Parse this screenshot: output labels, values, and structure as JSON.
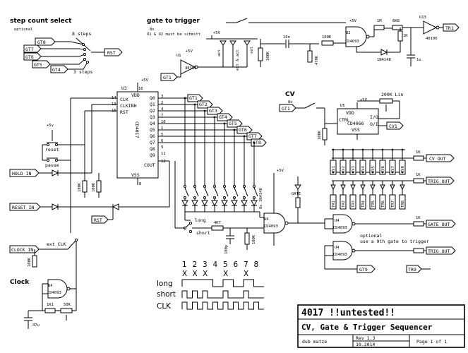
{
  "sections": {
    "step_count": {
      "title": "step count select",
      "subtitle": "optional",
      "label_8": "8 steps",
      "label_3": "3 steps"
    },
    "gate_to_trigger": {
      "title": "gate to trigger",
      "line1": "8x",
      "line2": "U1 & U2 must be schmitt"
    },
    "cv": {
      "title": "CV",
      "subtitle": "8x"
    },
    "clock": {
      "title": "Clock"
    },
    "optional_note": {
      "line1": "optional",
      "line2": "use a 9th gate to trigger"
    }
  },
  "connectors": {
    "gt1": "GT1",
    "gt2": "GT2",
    "gt3": "GT3",
    "gt4": "GT4",
    "gt5": "GT5",
    "gt6": "GT6",
    "gt7": "GT7",
    "gt8": "GT8",
    "gt9": "GT9",
    "rst": "RST",
    "tr1": "TR1",
    "tr9": "TR9",
    "cv1": "CV1",
    "hold_in": "HOLD IN",
    "reset_in": "RESET IN",
    "clock_in": "CLOCK IN",
    "cv_out": "CV OUT",
    "trig_out": "TRIG OUT",
    "gate_out": "GATE OUT",
    "trig_out2": "TRIG OUT"
  },
  "components": {
    "u3_name": "U3",
    "u3_part": "CD4017",
    "u3_vdd": "VDD",
    "u3_vss": "VSS",
    "u3_clk": "CLK",
    "u3_clkinh": "CLKINH",
    "u3_rst": "RST",
    "u3_cout": "COUT",
    "u3_outputs": [
      "Q0",
      "Q1",
      "Q2",
      "Q3",
      "Q4",
      "Q5",
      "Q6",
      "Q7",
      "Q8",
      "Q9"
    ],
    "u3_out_pins": [
      "3",
      "2",
      "4",
      "7",
      "10",
      "1",
      "5",
      "6",
      "9",
      "11"
    ],
    "u3_pin14": "14",
    "u3_pin13": "13",
    "u3_pin15": "15",
    "u3_pin16": "16",
    "u3_pin8": "8",
    "u3_pin12": "12",
    "u1": "U1",
    "u1_part": "40106",
    "u2": "U2",
    "u2_part": "CD4093",
    "u13": "U13",
    "u13_part": "40106",
    "u5": "U5",
    "u5_part": "CD4066",
    "u5_ctrl": "CTRL",
    "u5_io": "I/O",
    "u5_oi": "O/I",
    "u5_vdd": "VDD",
    "u5_vss": "VSS",
    "u4": "U4",
    "u4_part": "CD4093",
    "r_1m": "1M",
    "r_6k8": "6K8",
    "r_1k": "1K",
    "r_100k": "100K",
    "r_470k": "470K",
    "r_200k": "200K Lin",
    "r_4k7": "4K7",
    "r_50k": "50K",
    "r_1k1": "1K1",
    "c_10n": "10n",
    "c_100p": "100p",
    "c_47u": "47u",
    "c_1u": "1u",
    "d_1n4148": "1N4148",
    "d_8x": "8x 1N4148",
    "leds_act": "act",
    "leds_sel": "sel",
    "leds_ext_act": "ext & act",
    "gate_led": "GATE",
    "plus5v": "+5V",
    "plus5v_small": "+5v",
    "reset_label": "reset",
    "pause_label": "pause",
    "long_label": "long",
    "short_label": "short",
    "ext_clk": "ext CLK",
    "cv_pots": [
      "CV1",
      "CV2",
      "CV3",
      "CV4",
      "CV5",
      "CV6",
      "CV7",
      "CV8"
    ],
    "tr_pots": [
      "TR1",
      "TR2",
      "TR3",
      "TR4",
      "TR5",
      "TR6",
      "TR7",
      "TR8"
    ]
  },
  "timing": {
    "step_numbers": [
      "1",
      "2",
      "3",
      "4",
      "5",
      "6",
      "7",
      "8"
    ],
    "marks": [
      "X",
      "X",
      "X",
      "",
      "X",
      "",
      "X",
      ""
    ],
    "row_labels": [
      "long",
      "short",
      "CLK"
    ]
  },
  "title_block": {
    "title": "4017  !!untested!!",
    "subtitle": "CV, Gate & Trigger Sequencer",
    "author": "dub matze",
    "rev": "Rev 1.3",
    "date": "10.2014",
    "page": "Page 1 of 1"
  }
}
